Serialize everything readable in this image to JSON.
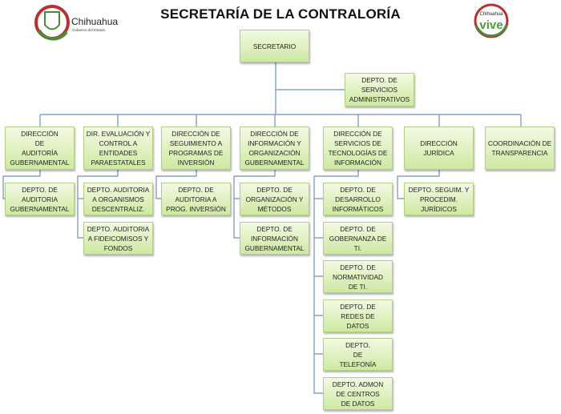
{
  "header": {
    "title": "SECRETARÍA DE LA CONTRALORÍA",
    "logo_left_text": "Chihuahua",
    "logo_left_subtext": "Gobierno del Estado",
    "logo_right_text": "Chihuahua vive"
  },
  "colors": {
    "line": "#6f8fb5",
    "box_top": "#f3fae3",
    "box_bottom": "#cde9a2",
    "logo_red": "#b8312f",
    "logo_green": "#4a8a3a"
  },
  "org": {
    "secretario": "SECRETARIO",
    "servicios_admin": "DEPTO. DE\nSERVICIOS\nADMINISTRATIVOS",
    "directions": [
      {
        "label": "DIRECCIÓN\nDE\nAUDITORÍA\nGUBERNAMENTAL",
        "depts": [
          "DEPTO. DE\nAUDITORIA\nGUBERNAMENTAL"
        ]
      },
      {
        "label": "DIR. EVALUACIÓN Y\nCONTROL A\nENTIDADES\nPARAESTATALES",
        "depts": [
          "DEPTO. AUDITORIA\nA ORGANISMOS\nDESCENTRALIZ.",
          "DEPTO. AUDITORIA\nA FIDEICOMISOS Y\nFONDOS"
        ]
      },
      {
        "label": "DIRECCIÓN DE\nSEGUIMIENTO A\nPROGRAMAS DE\nINVERSIÓN",
        "depts": [
          "DEPTO. DE\nAUDITORIA  A\nPROG. INVERSIÓN"
        ]
      },
      {
        "label": "DIRECCIÓN DE\nINFORMACIÓN Y\nORGANIZACIÓN\nGUBERNAMENTAL",
        "depts": [
          "DEPTO. DE\nORGANIZACIÓN Y\nMÉTODOS",
          "DEPTO. DE\nINFORMACIÓN\nGUBERNAMENTAL"
        ]
      },
      {
        "label": "DIRECCIÓN DE\nSERVICIOS DE\nTECNOLOGÍAS DE\nINFORMACIÓN",
        "depts": [
          "DEPTO.  DE\nDESARROLLO\nINFORMÁTICOS",
          "DEPTO.  DE\nGOBERNANZA DE\nTI.",
          "DEPTO.  DE\nNORMATIVIDAD\nDE TI.",
          "DEPTO.  DE\nREDES DE\nDATOS",
          "DEPTO.\nDE\nTELEFONÍA",
          "DEPTO. ADMON\nDE CENTROS\nDE DATOS"
        ]
      },
      {
        "label": "DIRECCIÓN\nJURÍDICA",
        "depts": [
          "DEPTO.  SEGUIM. Y\nPROCEDIM.\nJURÍDICOS"
        ]
      },
      {
        "label": "COORDINACIÓN DE\nTRANSPARENCIA",
        "depts": []
      }
    ]
  }
}
